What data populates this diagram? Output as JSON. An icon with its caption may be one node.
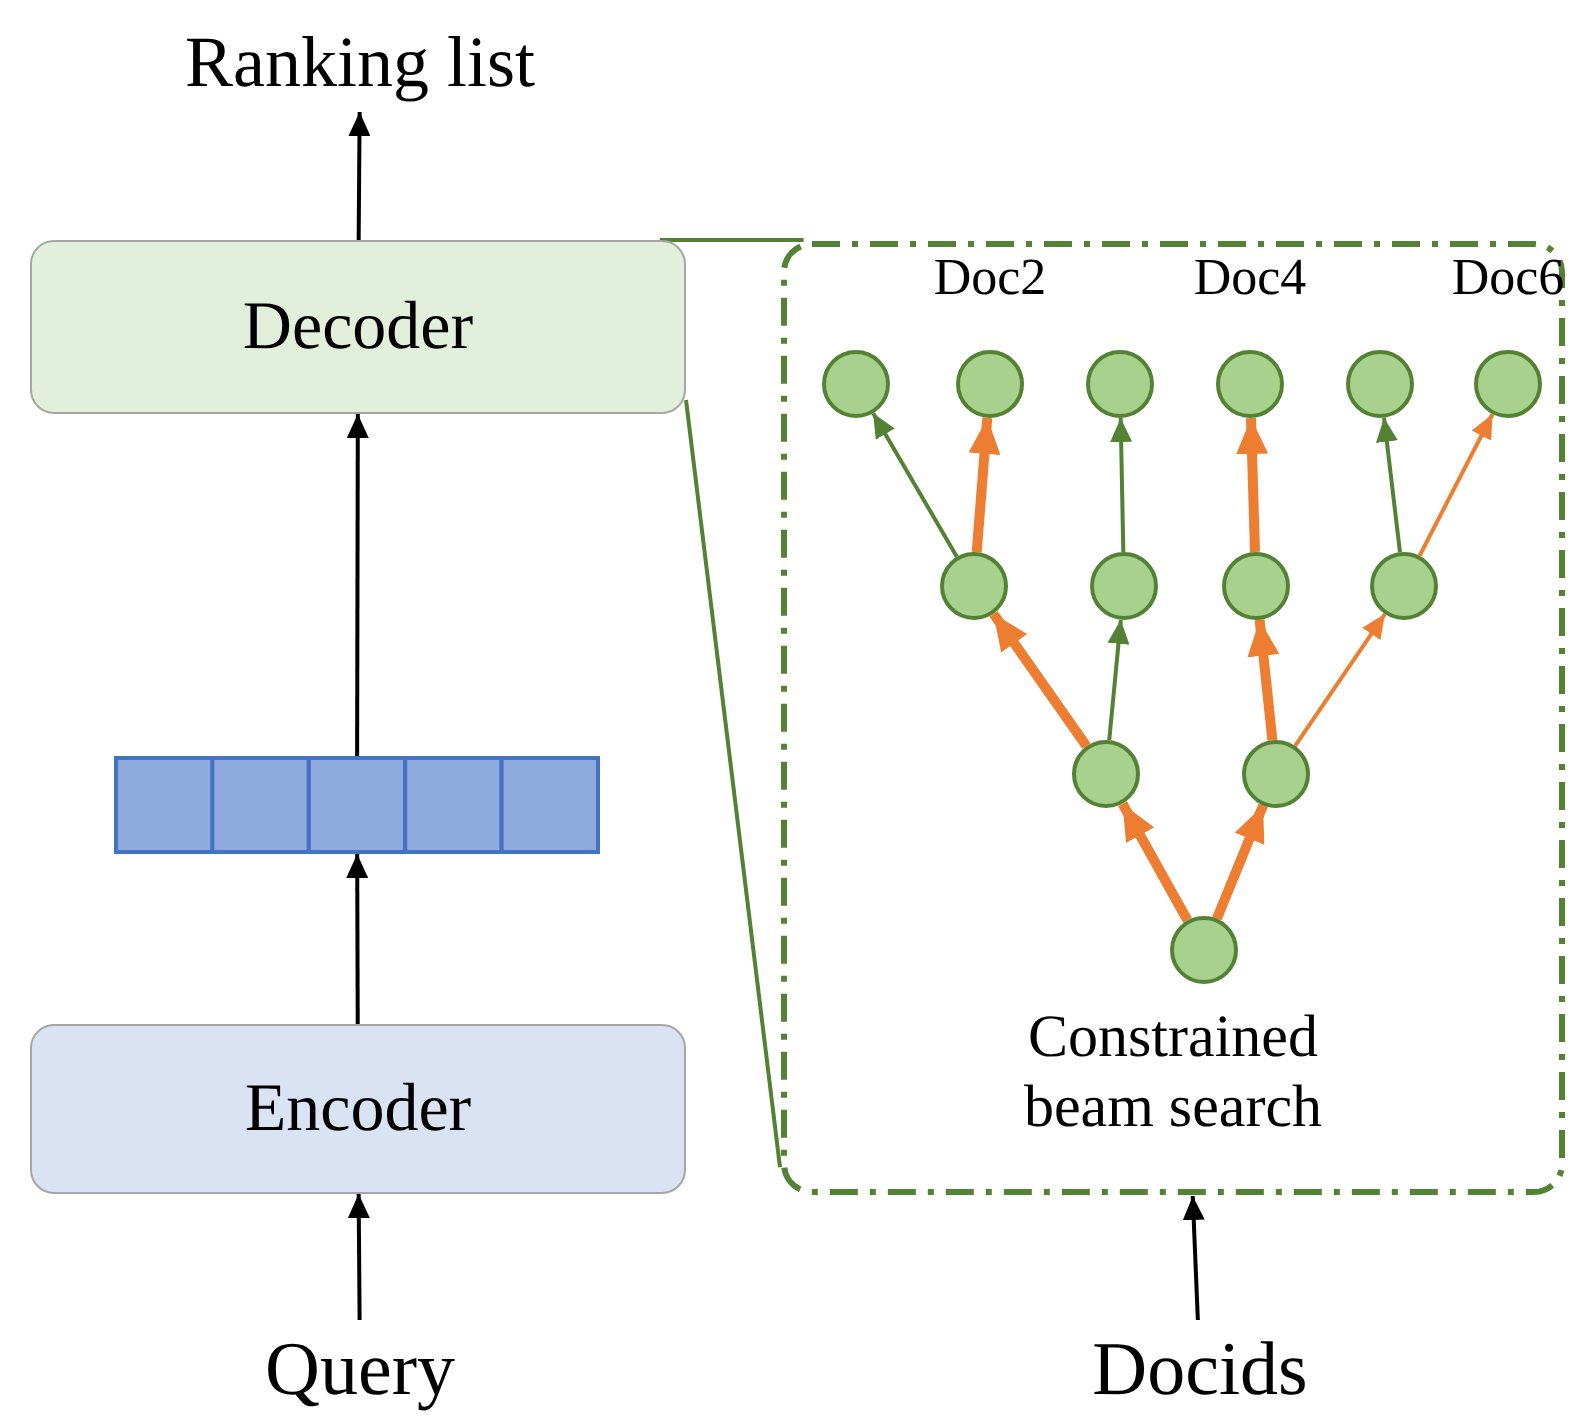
{
  "diagram": {
    "nodes": [
      {
        "text": [
          "Ranking list"
        ]
      },
      {
        "text": [
          "Decoder"
        ]
      },
      {
        "text": [],
        "shape": "bar"
      },
      {
        "text": [
          "Encoder"
        ]
      },
      {
        "text": [
          "Query"
        ]
      },
      {
        "text": [
          "Constrained beam search"
        ]
      },
      {
        "text": [],
        "shape": "circle",
        "in": 5
      },
      {
        "text": [],
        "shape": "circle",
        "in": 5,
        "beside": [
          "Doc2"
        ]
      },
      {
        "text": [],
        "shape": "circle",
        "in": 5
      },
      {
        "text": [],
        "shape": "circle",
        "in": 5,
        "beside": [
          "Doc4"
        ]
      },
      {
        "text": [],
        "shape": "circle",
        "in": 5
      },
      {
        "text": [],
        "shape": "circle",
        "in": 5,
        "beside": [
          "Doc6"
        ]
      },
      {
        "text": [],
        "shape": "circle",
        "in": 5
      },
      {
        "text": [],
        "shape": "circle",
        "in": 5
      },
      {
        "text": [],
        "shape": "circle",
        "in": 5
      },
      {
        "text": [],
        "shape": "circle",
        "in": 5
      },
      {
        "text": [],
        "shape": "circle",
        "in": 5
      },
      {
        "text": [],
        "shape": "circle",
        "in": 5
      },
      {
        "text": [],
        "shape": "circle",
        "in": 5
      },
      {
        "text": [
          "Docids"
        ]
      }
    ],
    "edges": [
      {
        "from": 4,
        "to": 3,
        "arrow": "to",
        "color": "#000000"
      },
      {
        "from": 3,
        "to": 2,
        "arrow": "to",
        "color": "#000000"
      },
      {
        "from": 2,
        "to": 1,
        "arrow": "to",
        "color": "#000000"
      },
      {
        "from": 1,
        "to": 0,
        "arrow": "to",
        "color": "#000000"
      },
      {
        "from": 1,
        "to": 5,
        "arrow": "none",
        "color": "#548235"
      },
      {
        "from": 1,
        "to": 5,
        "arrow": "none",
        "color": "#548235"
      },
      {
        "from": 19,
        "to": 5,
        "arrow": "to",
        "color": "#000000"
      },
      {
        "from": 18,
        "to": 16,
        "arrow": "to",
        "style": "thick",
        "color": "#ed7d31"
      },
      {
        "from": 18,
        "to": 17,
        "arrow": "to",
        "style": "thick",
        "color": "#ed7d31"
      },
      {
        "from": 16,
        "to": 12,
        "arrow": "to",
        "style": "thick",
        "color": "#ed7d31"
      },
      {
        "from": 16,
        "to": 13,
        "arrow": "to",
        "color": "#548235"
      },
      {
        "from": 17,
        "to": 14,
        "arrow": "to",
        "style": "thick",
        "color": "#ed7d31"
      },
      {
        "from": 17,
        "to": 15,
        "arrow": "to",
        "color": "#ed7d31"
      },
      {
        "from": 12,
        "to": 6,
        "arrow": "to",
        "color": "#548235"
      },
      {
        "from": 12,
        "to": 7,
        "arrow": "to",
        "style": "thick",
        "color": "#ed7d31"
      },
      {
        "from": 13,
        "to": 8,
        "arrow": "to",
        "color": "#548235"
      },
      {
        "from": 14,
        "to": 9,
        "arrow": "to",
        "style": "thick",
        "color": "#ed7d31"
      },
      {
        "from": 15,
        "to": 10,
        "arrow": "to",
        "color": "#548235"
      },
      {
        "from": 15,
        "to": 11,
        "arrow": "to",
        "color": "#ed7d31"
      }
    ]
  }
}
